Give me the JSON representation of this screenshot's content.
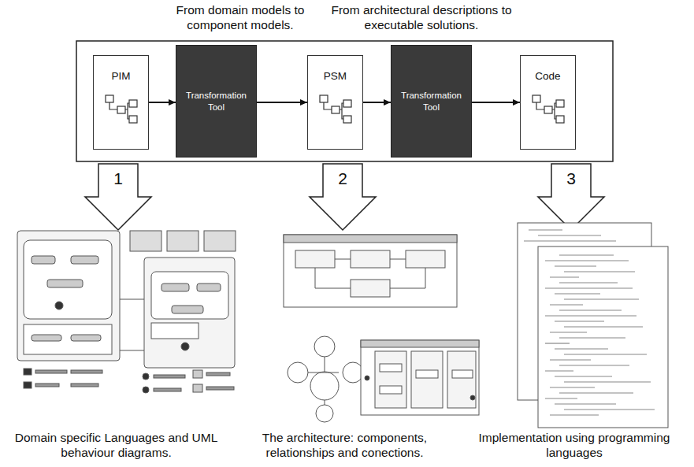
{
  "diagram": {
    "nodes": [
      {
        "text": [
          "PIM"
        ]
      },
      {
        "text": [
          "Transformation Tool"
        ]
      },
      {
        "text": [
          "PSM"
        ]
      },
      {
        "text": [
          "Transformation Tool"
        ]
      },
      {
        "text": [
          "Code"
        ]
      }
    ],
    "edges": [
      {
        "from": 0,
        "to": 1,
        "arrow": "to"
      },
      {
        "from": 1,
        "to": 2,
        "arrow": "to"
      },
      {
        "from": 2,
        "to": 3,
        "arrow": "to"
      },
      {
        "from": 3,
        "to": 4,
        "arrow": "to"
      }
    ],
    "labels": [
      "From domain models to component models.",
      "From architectural descriptions to executable solutions.",
      "1",
      "2",
      "3",
      "Domain specific Languages and UML behaviour diagrams.",
      "The architecture: components, relationships and conections.",
      "Implementation using programming languages"
    ]
  }
}
